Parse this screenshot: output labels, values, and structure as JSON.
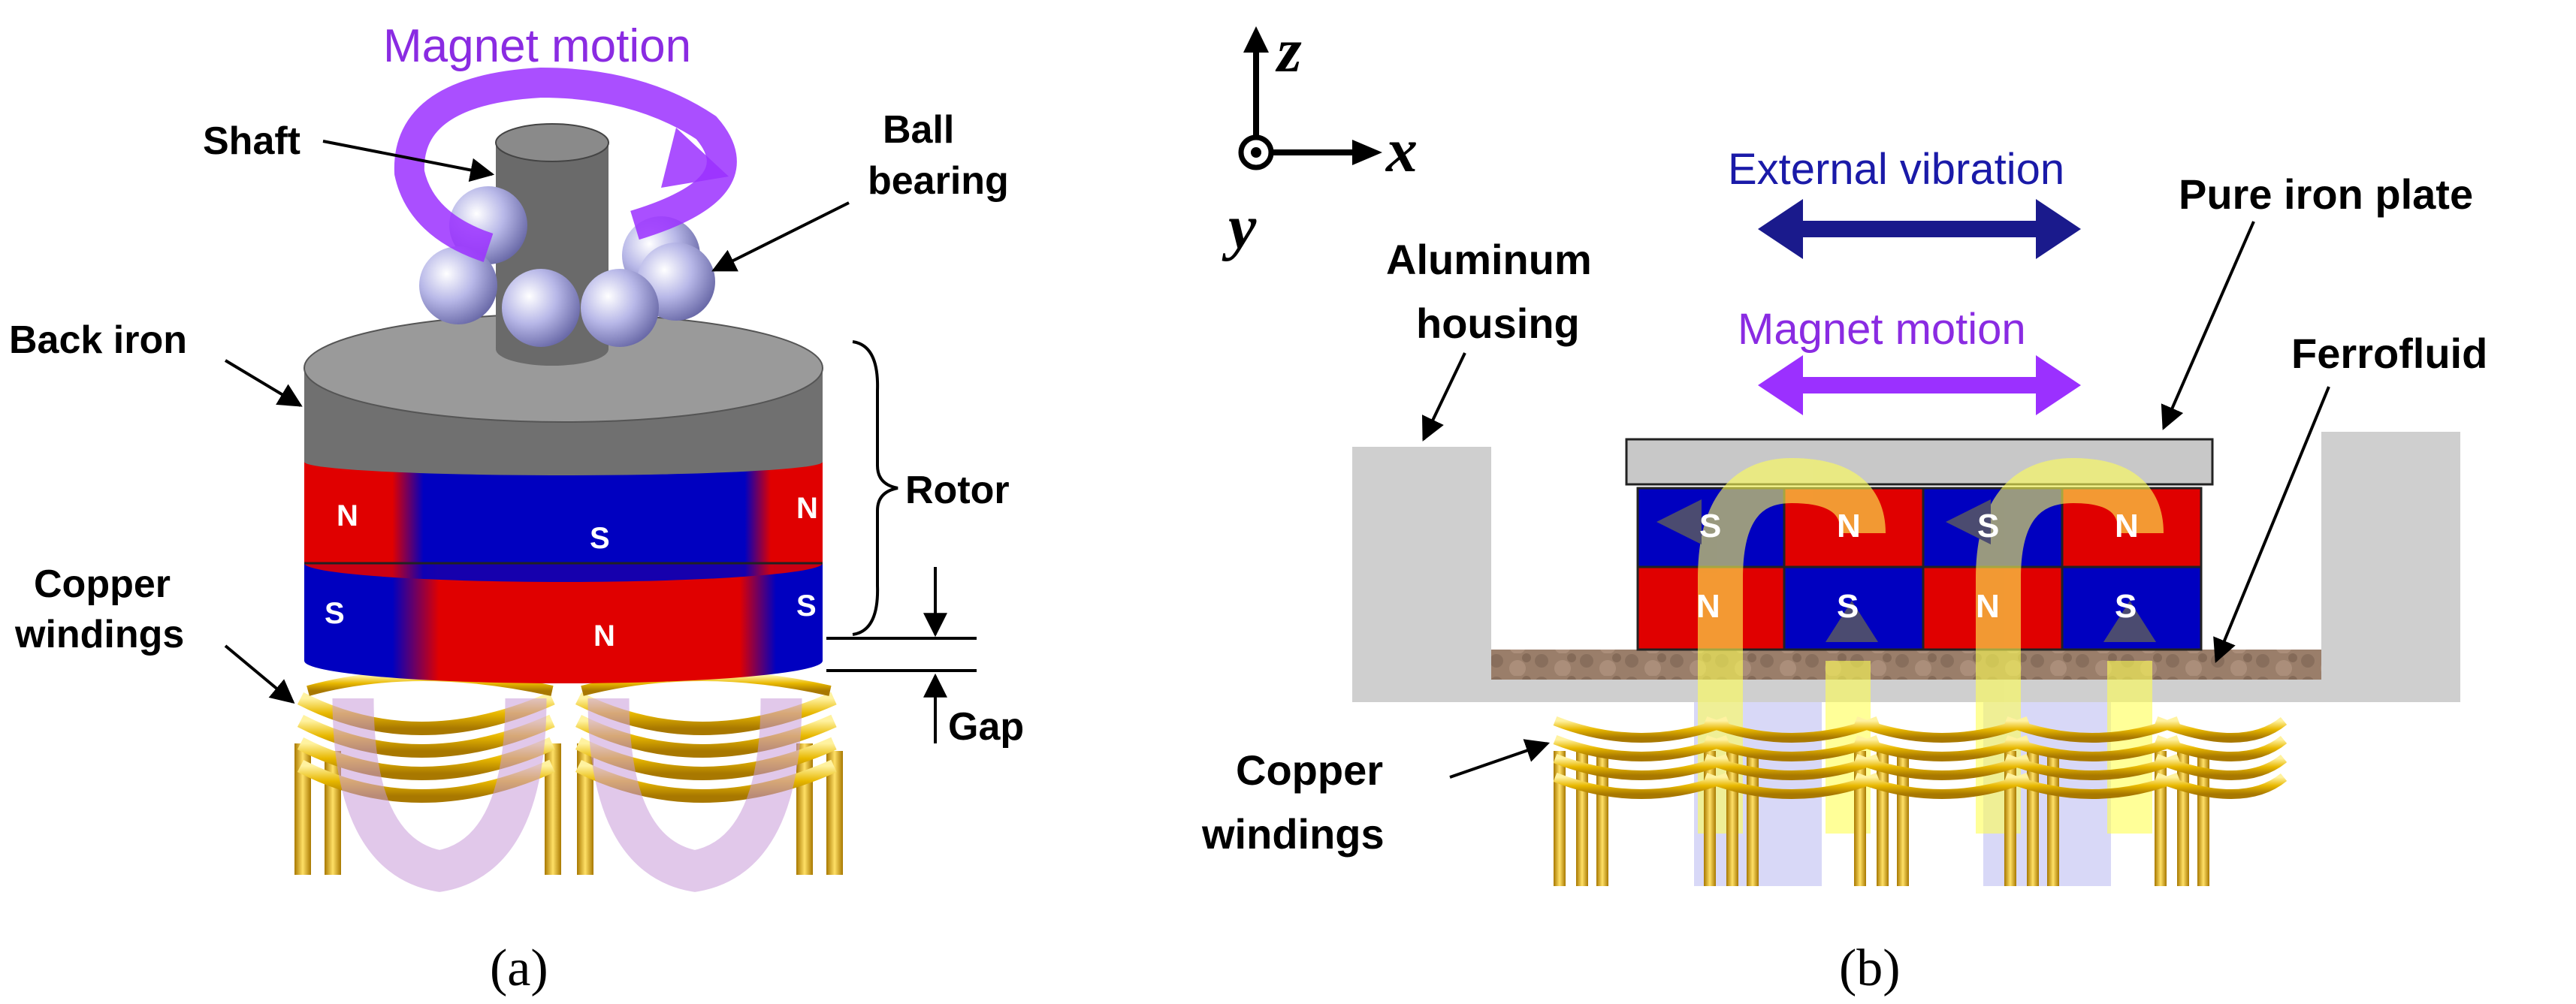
{
  "panel_a": {
    "magnet_motion": "Magnet motion",
    "shaft": "Shaft",
    "ball_bearing_line1": "Ball",
    "ball_bearing_line2": "bearing",
    "back_iron": "Back iron",
    "rotor": "Rotor",
    "copper_windings_line1": "Copper",
    "copper_windings_line2": "windings",
    "gap": "Gap",
    "upper_ring_poles": [
      "N",
      "S",
      "N"
    ],
    "lower_ring_poles": [
      "S",
      "N",
      "S"
    ],
    "caption": "(a)"
  },
  "panel_b": {
    "axis_z": "z",
    "axis_x": "x",
    "axis_y": "y",
    "external_vibration": "External vibration",
    "magnet_motion": "Magnet motion",
    "pure_iron_plate": "Pure iron plate",
    "aluminum_housing_line1": "Aluminum",
    "aluminum_housing_line2": "housing",
    "ferrofluid": "Ferrofluid",
    "copper_windings_line1": "Copper",
    "copper_windings_line2": "windings",
    "top_row_poles": [
      "S",
      "N",
      "S",
      "N"
    ],
    "bottom_row_poles": [
      "N",
      "S",
      "N",
      "S"
    ],
    "caption": "(b)"
  },
  "colors": {
    "north": "#e00000",
    "south": "#0000c0",
    "motion_arrow": "#9b30ff",
    "vibration_arrow": "#1a1a8c",
    "copper": "#e8b800",
    "iron": "#7a7a7a",
    "housing": "#cfcfcf",
    "flux": "#ffff66"
  }
}
